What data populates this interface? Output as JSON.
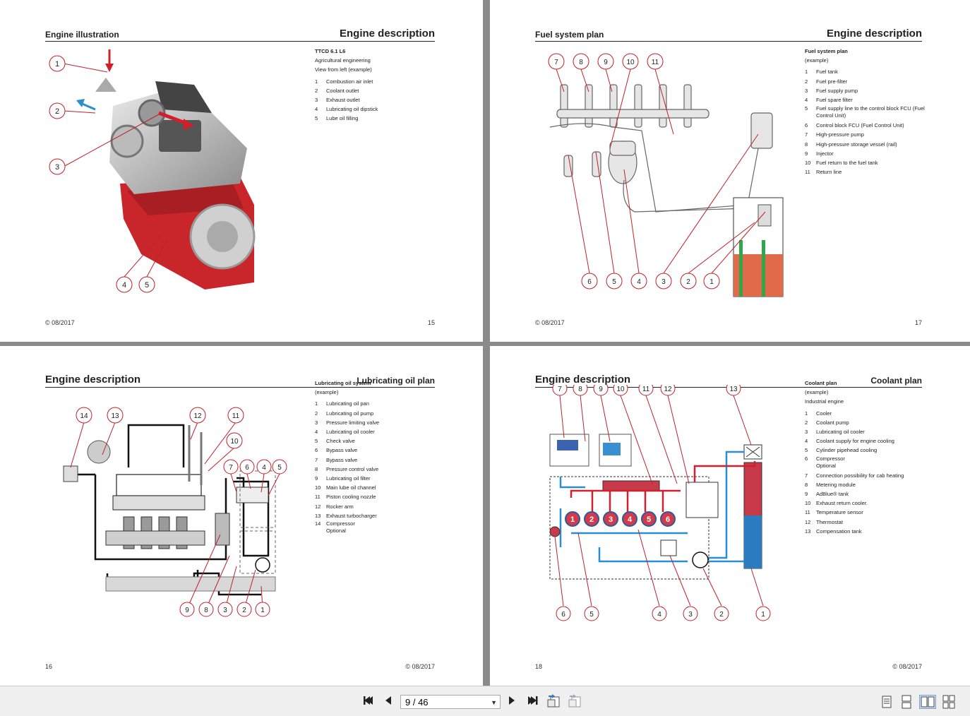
{
  "pages": {
    "p15": {
      "header_small": "Engine illustration",
      "header_large": "Engine description",
      "legend_title": "TTCD 6.1 L6",
      "legend_sub1": "Agricultural engineering",
      "legend_sub2": "View from left (example)",
      "items": [
        {
          "n": "1",
          "t": "Combustion air inlet"
        },
        {
          "n": "2",
          "t": "Coolant outlet"
        },
        {
          "n": "3",
          "t": "Exhaust outlet"
        },
        {
          "n": "4",
          "t": "Lubricating oil dipstick"
        },
        {
          "n": "5",
          "t": "Lube oil filling"
        }
      ],
      "copyright": "© 08/2017",
      "page_number": "15"
    },
    "p17": {
      "header_small": "Fuel system plan",
      "header_large": "Engine description",
      "legend_title": "Fuel system plan",
      "legend_sub1": "(example)",
      "items": [
        {
          "n": "1",
          "t": "Fuel tank"
        },
        {
          "n": "2",
          "t": "Fuel pre-filter"
        },
        {
          "n": "3",
          "t": "Fuel supply pump"
        },
        {
          "n": "4",
          "t": "Fuel spare filter"
        },
        {
          "n": "5",
          "t": "Fuel supply line to the control block FCU (Fuel Control Unit)"
        },
        {
          "n": "6",
          "t": "Control block FCU (Fuel Control Unit)"
        },
        {
          "n": "7",
          "t": "High-pressure pump"
        },
        {
          "n": "8",
          "t": "High-pressure storage vessel (rail)"
        },
        {
          "n": "9",
          "t": "Injector"
        },
        {
          "n": "10",
          "t": "Fuel return to the fuel tank"
        },
        {
          "n": "11",
          "t": "Return line"
        }
      ],
      "copyright": "© 08/2017",
      "page_number": "17"
    },
    "p16": {
      "header_small": "Lubricating oil plan",
      "header_large": "Engine description",
      "legend_title": "Lubricating oil system",
      "legend_sub1": "(example)",
      "items": [
        {
          "n": "1",
          "t": "Lubricating oil pan"
        },
        {
          "n": "2",
          "t": "Lubricating oil pump"
        },
        {
          "n": "3",
          "t": "Pressure limiting valve"
        },
        {
          "n": "4",
          "t": "Lubricating oil cooler"
        },
        {
          "n": "5",
          "t": "Check valve"
        },
        {
          "n": "6",
          "t": "Bypass valve"
        },
        {
          "n": "7",
          "t": "Bypass valve"
        },
        {
          "n": "8",
          "t": "Pressure control valve"
        },
        {
          "n": "9",
          "t": "Lubricating oil filter"
        },
        {
          "n": "10",
          "t": "Main lube oil channel"
        },
        {
          "n": "11",
          "t": "Piston cooling nozzle"
        },
        {
          "n": "12",
          "t": "Rocker arm"
        },
        {
          "n": "13",
          "t": "Exhaust turbocharger"
        },
        {
          "n": "14",
          "t": "Compressor Optional"
        }
      ],
      "copyright": "© 08/2017",
      "page_number": "16"
    },
    "p18": {
      "header_small": "Coolant plan",
      "header_large": "Engine description",
      "legend_title": "Coolant plan",
      "legend_sub1": "(example)",
      "legend_sub2": "Industrial engine",
      "items": [
        {
          "n": "1",
          "t": "Cooler"
        },
        {
          "n": "2",
          "t": "Coolant pump"
        },
        {
          "n": "3",
          "t": "Lubricating oil cooler"
        },
        {
          "n": "4",
          "t": "Coolant supply for engine cooling"
        },
        {
          "n": "5",
          "t": "Cylinder pipehead cooling"
        },
        {
          "n": "6",
          "t": "Compressor Optional"
        },
        {
          "n": "7",
          "t": "Connection possibility for cab heating"
        },
        {
          "n": "8",
          "t": "Metering module"
        },
        {
          "n": "9",
          "t": "AdBlue® tank"
        },
        {
          "n": "10",
          "t": "Exhaust return cooler."
        },
        {
          "n": "11",
          "t": "Temperature sensor"
        },
        {
          "n": "12",
          "t": "Thermostat"
        },
        {
          "n": "13",
          "t": "Compensation tank"
        }
      ],
      "copyright": "© 08/2017",
      "page_number": "18"
    }
  },
  "toolbar": {
    "page_indicator": "9 / 46",
    "first_page": "first-page-icon",
    "prev_page": "prev-page-icon",
    "next_page": "next-page-icon",
    "last_page": "last-page-icon"
  },
  "colors": {
    "red": "#c0202a",
    "blue": "#2a8fd0",
    "engine_red": "#c8262a"
  }
}
